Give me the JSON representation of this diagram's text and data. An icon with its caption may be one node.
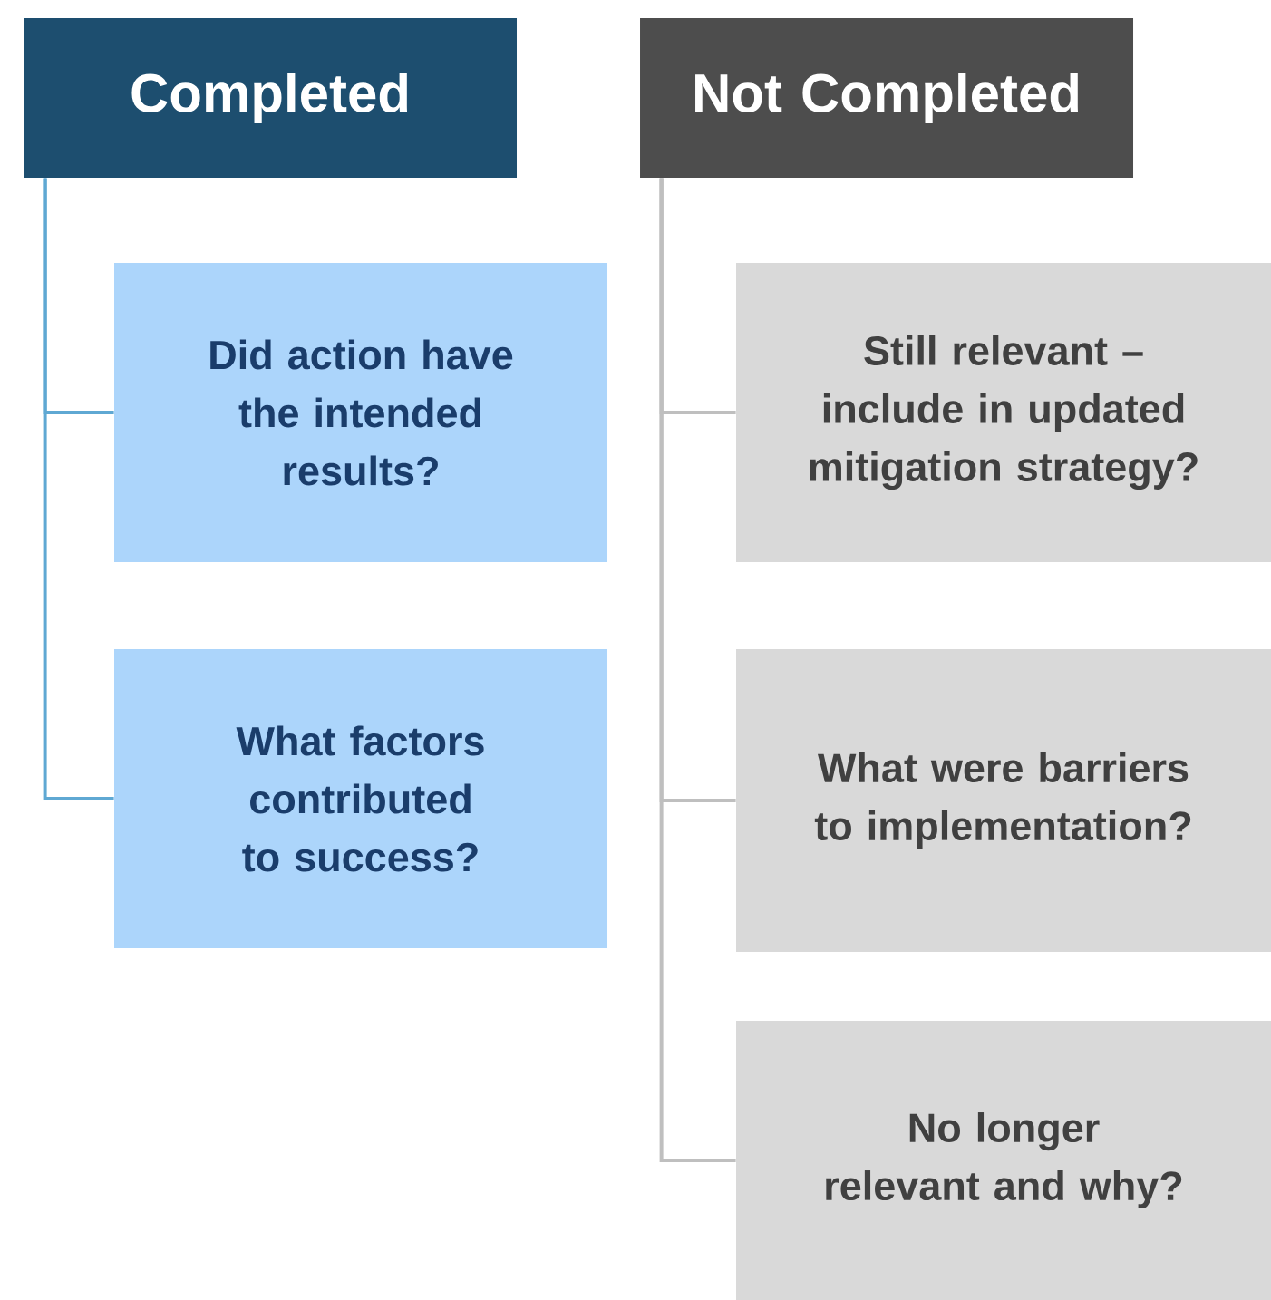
{
  "diagram": {
    "nodes": [
      {
        "text": [
          "Completed"
        ]
      },
      {
        "text": [
          "Did action have the intended results?"
        ]
      },
      {
        "text": [
          "What factors contributed to success?"
        ]
      },
      {
        "text": [
          "Not Completed"
        ]
      },
      {
        "text": [
          "Still relevant – include in updated mitigation strategy?"
        ]
      },
      {
        "text": [
          "What were barriers to implementation?"
        ]
      },
      {
        "text": [
          "No longer relevant and why?"
        ]
      }
    ],
    "edges": [
      {
        "from": 0,
        "to": 1,
        "arrow": "none",
        "color": "#5fa8d3"
      },
      {
        "from": 0,
        "to": 2,
        "arrow": "none",
        "color": "#5fa8d3"
      },
      {
        "from": 3,
        "to": 4,
        "arrow": "none",
        "color": "#bfbfbf"
      },
      {
        "from": 3,
        "to": 5,
        "arrow": "none",
        "color": "#bfbfbf"
      },
      {
        "from": 3,
        "to": 6,
        "arrow": "none",
        "color": "#bfbfbf"
      }
    ]
  }
}
